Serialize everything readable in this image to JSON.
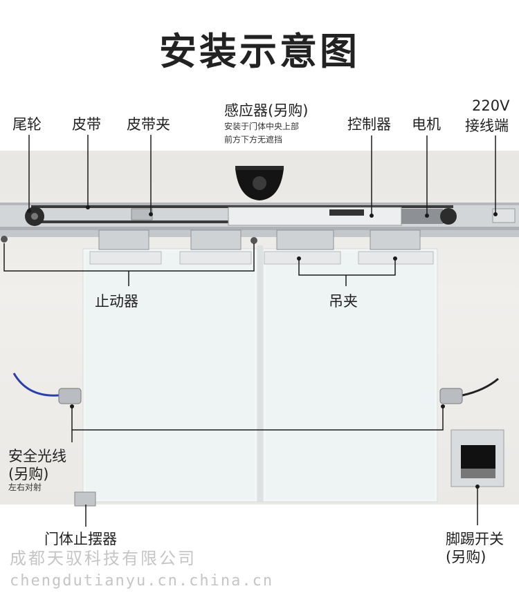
{
  "title": "安装示意图",
  "labels": {
    "tail_wheel": "尾轮",
    "belt": "皮带",
    "belt_clamp": "皮带夹",
    "sensor": "感应器(另购)",
    "sensor_note_1": "安装于门体中央上部",
    "sensor_note_2": "前方下方无遮挡",
    "controller": "控制器",
    "motor": "电机",
    "power_1": "220V",
    "power_2": "接线端",
    "stopper": "止动器",
    "hanger": "吊夹",
    "safety_1": "安全光线",
    "safety_2": "(另购)",
    "safety_3": "左右对射",
    "floor_guide": "门体止摆器",
    "kick_1": "脚踢开关",
    "kick_2": "(另购)"
  },
  "watermark": {
    "line1": "成都天驭科技有限公司",
    "line2": "chengdutianyu.cn.china.cn"
  },
  "colors": {
    "line": "#1a1a1a",
    "rail": "#c9ccd0",
    "belt": "#3a3a3a",
    "glass": "#eef3f3",
    "cable": "#2b3fa8"
  }
}
